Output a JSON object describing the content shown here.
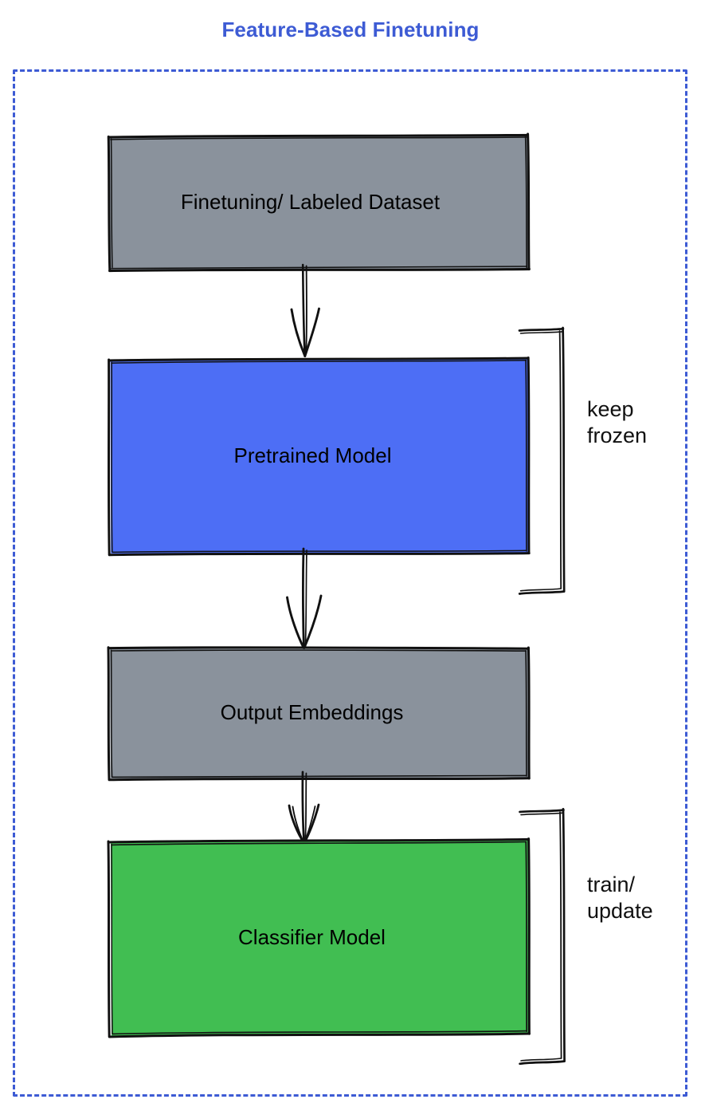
{
  "diagram": {
    "title": "Feature-Based Finetuning",
    "title_color": "#3d5bd4",
    "frame_border_color": "#3d5bd4",
    "background_color": "#ffffff",
    "type": "flowchart",
    "direction": "top-to-bottom"
  },
  "nodes": [
    {
      "id": "dataset",
      "label": "Finetuning/ Labeled Dataset",
      "fill": "#8a929c",
      "stroke": "#1a1a1a",
      "text_color": "#000000"
    },
    {
      "id": "pretrained",
      "label": "Pretrained Model",
      "fill": "#4d6ef5",
      "stroke": "#1a1a1a",
      "text_color": "#000000"
    },
    {
      "id": "embeddings",
      "label": "Output Embeddings",
      "fill": "#8a929c",
      "stroke": "#1a1a1a",
      "text_color": "#000000"
    },
    {
      "id": "classifier",
      "label": "Classifier Model",
      "fill": "#41be52",
      "stroke": "#1a1a1a",
      "text_color": "#000000"
    }
  ],
  "edges": [
    {
      "id": "edge-1",
      "from": "dataset",
      "to": "pretrained",
      "style": "arrow"
    },
    {
      "id": "edge-2",
      "from": "pretrained",
      "to": "embeddings",
      "style": "arrow"
    },
    {
      "id": "edge-3",
      "from": "embeddings",
      "to": "classifier",
      "style": "arrow"
    }
  ],
  "annotations": [
    {
      "id": "keep-frozen",
      "label": "keep\nfrozen",
      "targets": [
        "pretrained"
      ],
      "marker": "bracket"
    },
    {
      "id": "train-update",
      "label": "train/\nupdate",
      "targets": [
        "classifier"
      ],
      "marker": "bracket"
    }
  ]
}
